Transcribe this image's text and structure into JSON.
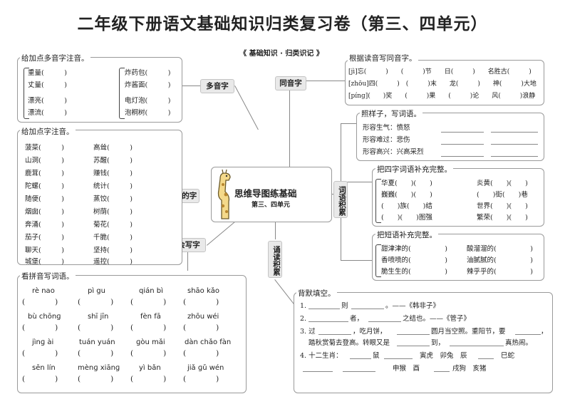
{
  "title": "二年级下册语文基础知识归类复习卷（第三、四单元）",
  "subtitle": "《 基础知识 · 归类识记 》",
  "center": {
    "main": "思维导图练基础",
    "sub": "第三、四单元"
  },
  "tags": {
    "duoyin": "多音字",
    "tongyin": "同音字",
    "yidu": "易读错的字",
    "huixie": "会写字",
    "ciyu": "词语积累",
    "songdu": "诵读积累"
  },
  "polyphone": {
    "heading": "给加点多音字注音。",
    "left": [
      "重量(　　　)",
      "丈量(　　　)",
      "漂亮(　　　)",
      "漂流(　　　)"
    ],
    "right": [
      "炸药包(　　　)",
      "炸酱面(　　　)",
      "电灯泡(　　　)",
      "泡桐树(　　　)"
    ]
  },
  "accent": {
    "heading": "给加点字注音。",
    "left": [
      "菠菜(　　　)",
      "山洞(　　　)",
      "鹿茸(　　　)",
      "陀螺(　　　)",
      "随便(　　　)",
      "烟囱(　　　)",
      "奔涌(　　　)",
      "茄子(　　　)",
      "聊天(　　　)",
      "城堡(　　　)"
    ],
    "right": [
      "高耸(　　　)",
      "苏醒(　　　)",
      "赚钱(　　　)",
      "统计(　　　)",
      "蒸饺(　　　)",
      "树荫(　　　)",
      "菊花(　　　)",
      "千脆(　　　)",
      "坚持(　　　)",
      "遥控(　　　)"
    ]
  },
  "homophone": {
    "heading": "根据读音写同音字。",
    "rows": [
      "[jì]忘(　　　)　　(　　　)节　　日(　　　)　　名胜古(　　　)",
      "[zhōu]四(　　　)　(　　　)末　　龙(　　　)　　神(　　　)大地",
      "[pínɡ](　　)奖　　(　　　)果　　(　　　)论　　风(　　　)浪静"
    ]
  },
  "example": {
    "heading": "照样子，写词语。",
    "rows": [
      "形容生气：愤怒",
      "形容难过：悲伤",
      "形容高兴：兴高采烈"
    ]
  },
  "fourchar": {
    "heading": "把四字词语补充完整。",
    "rows": [
      [
        "华夏(　　)(　　)",
        "炎黄(　　)(　　)"
      ],
      [
        "巍巍(　　)(　　)",
        "(　　)街(　　)巷"
      ],
      [
        "(　　)族(　　)结",
        "世界(　　)(　　)"
      ],
      [
        "(　　)(　　)图强",
        "繁荣(　　)(　　)"
      ]
    ]
  },
  "shortphrase": {
    "heading": "把短语补充完整。",
    "rows": [
      [
        "甜津津的(　　　　　)",
        "酸溜溜的(　　　　　)"
      ],
      [
        "香喷喷的(　　　　　)",
        "油腻腻的(　　　　　)"
      ],
      [
        "脆生生的(　　　　　)",
        "辣乎乎的(　　　　　)"
      ]
    ]
  },
  "pinyin": {
    "heading": "看拼音写词语。",
    "rows": [
      [
        "rè nao",
        "pì gu",
        "qián bì",
        "shāo kǎo"
      ],
      [
        "bù chōnɡ",
        "shī jīn",
        "fèn fā",
        "zhōu wéi"
      ],
      [
        "jìnɡ ài",
        "tuán yuán",
        "ɡòu mǎi",
        "dàn chǎo fàn"
      ],
      [
        "sēn lín",
        "mènɡ xiānɡ",
        "yì bǎn",
        "jiǎ ɡǔ wén"
      ]
    ],
    "box": "(　　　　)"
  },
  "recite": {
    "heading": "背默填空。",
    "l1a": "1.",
    "l1b": "则",
    "l1c": "。——《韩非子》",
    "l2a": "2.",
    "l2b": "者，",
    "l2c": "之结也。——《管子》",
    "l3a": "3. 过",
    "l3b": "，吃月饼，",
    "l3c": "圆月当空照。重阳节，要",
    "l3d": "，",
    "l4a": "踏秋赏菊去登高。转眼又是",
    "l4b": "到，",
    "l4c": "真热闹。",
    "l5a": "4. 十二生肖：",
    "l5b": "鼠",
    "l5c": "寅虎　卯兔　辰",
    "l5d": "巳蛇",
    "l6a": "申猴　酉",
    "l6b": "戌狗　亥猪"
  }
}
